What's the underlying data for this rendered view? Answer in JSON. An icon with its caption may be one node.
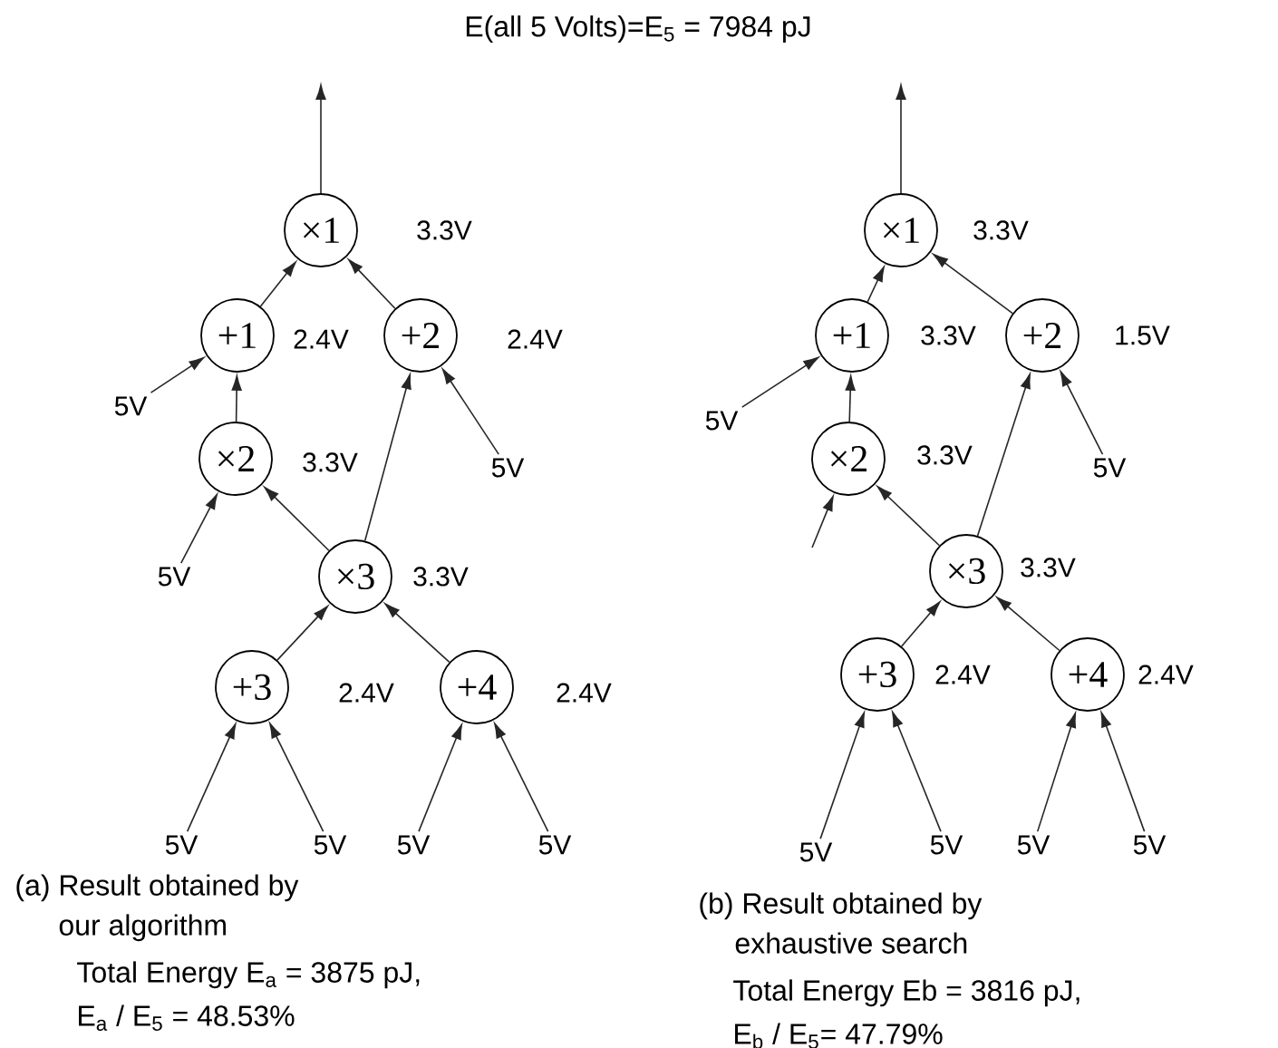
{
  "diagram": {
    "title": "E(all 5 Volts)=E$_{5}$ = 7984 pJ",
    "nodes": [
      {
        "text": [
          "×1"
        ],
        "beside": [
          "3.3V"
        ]
      },
      {
        "text": [
          "+1"
        ],
        "beside": [
          "2.4V"
        ]
      },
      {
        "text": [
          "+2"
        ],
        "beside": [
          "2.4V"
        ]
      },
      {
        "text": [
          "×2"
        ],
        "beside": [
          "3.3V"
        ]
      },
      {
        "text": [
          "×3"
        ],
        "beside": [
          "3.3V"
        ]
      },
      {
        "text": [
          "+3"
        ],
        "beside": [
          "2.4V"
        ]
      },
      {
        "text": [
          "+4"
        ],
        "beside": [
          "2.4V"
        ]
      },
      {
        "text": [
          "5V"
        ]
      },
      {
        "text": [
          "5V"
        ]
      },
      {
        "text": [
          "5V"
        ]
      },
      {
        "text": [
          "5V"
        ]
      },
      {
        "text": [
          "5V"
        ]
      },
      {
        "text": [
          "5V"
        ]
      },
      {
        "text": [
          "5V"
        ]
      },
      {
        "text": [
          "×1"
        ],
        "beside": [
          "3.3V"
        ]
      },
      {
        "text": [
          "+1"
        ],
        "beside": [
          "3.3V"
        ]
      },
      {
        "text": [
          "+2"
        ],
        "beside": [
          "1.5V"
        ]
      },
      {
        "text": [
          "×2"
        ],
        "beside": [
          "3.3V"
        ]
      },
      {
        "text": [
          "×3"
        ],
        "beside": [
          "3.3V"
        ]
      },
      {
        "text": [
          "+3"
        ],
        "beside": [
          "2.4V"
        ]
      },
      {
        "text": [
          "+4"
        ],
        "beside": [
          "2.4V"
        ]
      },
      {
        "text": [
          "5V"
        ]
      },
      {
        "text": [
          "5V"
        ]
      },
      {
        "text": [
          "5V"
        ]
      },
      {
        "text": [
          "5V"
        ]
      },
      {
        "text": [
          "5V"
        ]
      },
      {
        "text": [
          "5V"
        ]
      }
    ],
    "edges": [
      {
        "from": 0,
        "to": null,
        "arrow": "to"
      },
      {
        "from": 1,
        "to": 0,
        "arrow": "to"
      },
      {
        "from": 2,
        "to": 0,
        "arrow": "to"
      },
      {
        "from": 7,
        "to": 1,
        "arrow": "to"
      },
      {
        "from": 3,
        "to": 1,
        "arrow": "to"
      },
      {
        "from": 4,
        "to": 2,
        "arrow": "to"
      },
      {
        "from": 8,
        "to": 2,
        "arrow": "to"
      },
      {
        "from": 9,
        "to": 3,
        "arrow": "to"
      },
      {
        "from": 4,
        "to": 3,
        "arrow": "to"
      },
      {
        "from": 5,
        "to": 4,
        "arrow": "to"
      },
      {
        "from": 6,
        "to": 4,
        "arrow": "to"
      },
      {
        "from": 10,
        "to": 5,
        "arrow": "to"
      },
      {
        "from": 11,
        "to": 5,
        "arrow": "to"
      },
      {
        "from": 12,
        "to": 6,
        "arrow": "to"
      },
      {
        "from": 13,
        "to": 6,
        "arrow": "to"
      },
      {
        "from": 14,
        "to": null,
        "arrow": "to"
      },
      {
        "from": 15,
        "to": 14,
        "arrow": "to"
      },
      {
        "from": 16,
        "to": 14,
        "arrow": "to"
      },
      {
        "from": 21,
        "to": 15,
        "arrow": "to"
      },
      {
        "from": 17,
        "to": 15,
        "arrow": "to"
      },
      {
        "from": 18,
        "to": 16,
        "arrow": "to"
      },
      {
        "from": 22,
        "to": 16,
        "arrow": "to"
      },
      {
        "from": null,
        "to": 17,
        "arrow": "to"
      },
      {
        "from": 18,
        "to": 17,
        "arrow": "to"
      },
      {
        "from": 19,
        "to": 18,
        "arrow": "to"
      },
      {
        "from": 20,
        "to": 18,
        "arrow": "to"
      },
      {
        "from": 23,
        "to": 19,
        "arrow": "to"
      },
      {
        "from": 24,
        "to": 19,
        "arrow": "to"
      },
      {
        "from": 25,
        "to": 20,
        "arrow": "to"
      },
      {
        "from": 26,
        "to": 20,
        "arrow": "to"
      }
    ],
    "labels": [
      "(a) Result obtained by our algorithm",
      "Total Energy  E$_{a}$ =  3875  pJ,",
      "E$_{a}$ / E$_{5}$ = 48.53%",
      "(b) Result obtained by exhaustive search",
      "Total Energy  Eb = 3816 pJ,",
      "E$_{b}$ / E$_{5}$= 47.79%"
    ]
  }
}
